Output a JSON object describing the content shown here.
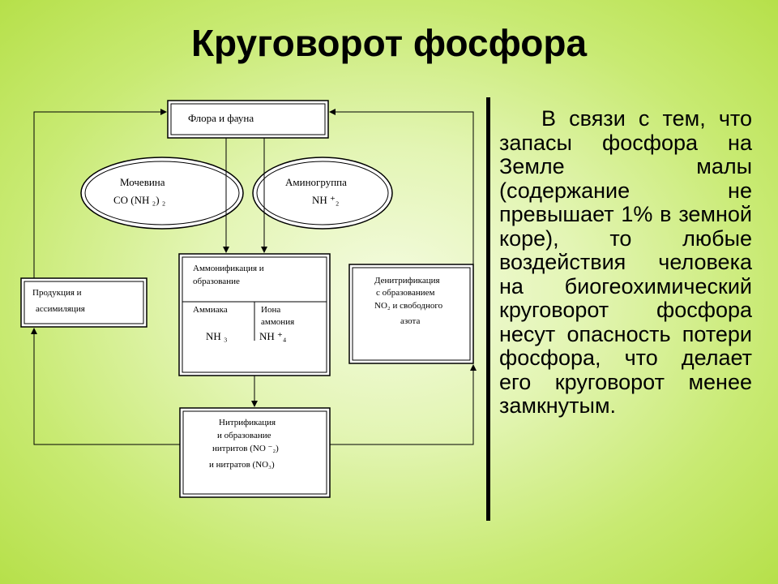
{
  "slide": {
    "title": "Круговорот фосфора",
    "body_text": "В связи с тем, что запасы фосфора на Земле малы (содержание не превышает 1% в земной коре), то любые воздействия человека на биогеохимический круговорот фосфора несут опасность потери фосфора, что делает его круговорот менее замкнутым."
  },
  "diagram": {
    "flora_fauna": "Флора и фауна",
    "urea_label": "Мочевина",
    "urea_formula": "CO (NH ₂) ₂",
    "amino_label": "Аминогруппа",
    "amino_formula": "NH ⁺₂",
    "ammonification_line1": "Аммонификация и",
    "ammonification_line2": "образование",
    "ammonia_label": "Аммиака",
    "ammonia_formula": "NH ₃",
    "ion_label_line1": "Иона",
    "ion_label_line2": "аммония",
    "ion_formula": "NH ⁺₄",
    "production_line1": "Продукция и",
    "production_line2": "ассимиляция",
    "denitrification_line1": "Денитрификация",
    "denitrification_line2": "с образованием",
    "denitrification_line3": "NO₂ и свободного",
    "denitrification_line4": "азота",
    "nitrification_line1": "Нитрификация",
    "nitrification_line2": "и образование",
    "nitrification_line3": "нитритов (NO ⁻₂)",
    "nitrification_line4": "и нитратов (NO₃)"
  }
}
